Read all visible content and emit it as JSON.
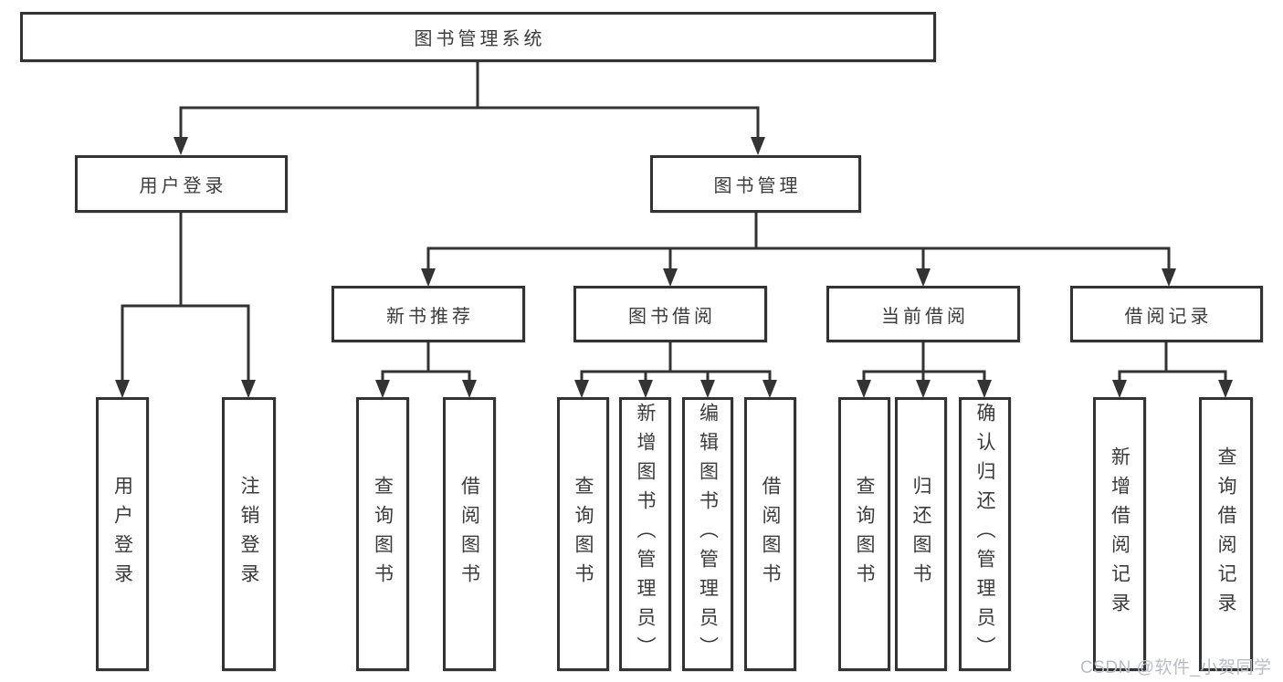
{
  "diagram": {
    "root": "图书管理系统",
    "level2": {
      "user_login": "用户登录",
      "book_management": "图书管理"
    },
    "level3": {
      "new_books": "新书推荐",
      "book_borrowing": "图书借阅",
      "current_borrowing": "当前借阅",
      "borrowing_records": "借阅记录"
    },
    "leaves": {
      "user_login": [
        "用户登录",
        "注销登录"
      ],
      "new_books": [
        "查询图书",
        "借阅图书"
      ],
      "book_borrowing": [
        "查询图书",
        "新增图书（管理员）",
        "编辑图书（管理员）",
        "借阅图书"
      ],
      "current_borrowing": [
        "查询图书",
        "归还图书",
        "确认归还（管理员）"
      ],
      "borrowing_records": [
        "新增借阅记录",
        "查询借阅记录"
      ]
    }
  },
  "watermark": "CSDN @软件_小贺同学",
  "colors": {
    "line": "#333333",
    "text": "#3b3b3b",
    "background": "#ffffff",
    "watermark": "#b9bdc3"
  }
}
